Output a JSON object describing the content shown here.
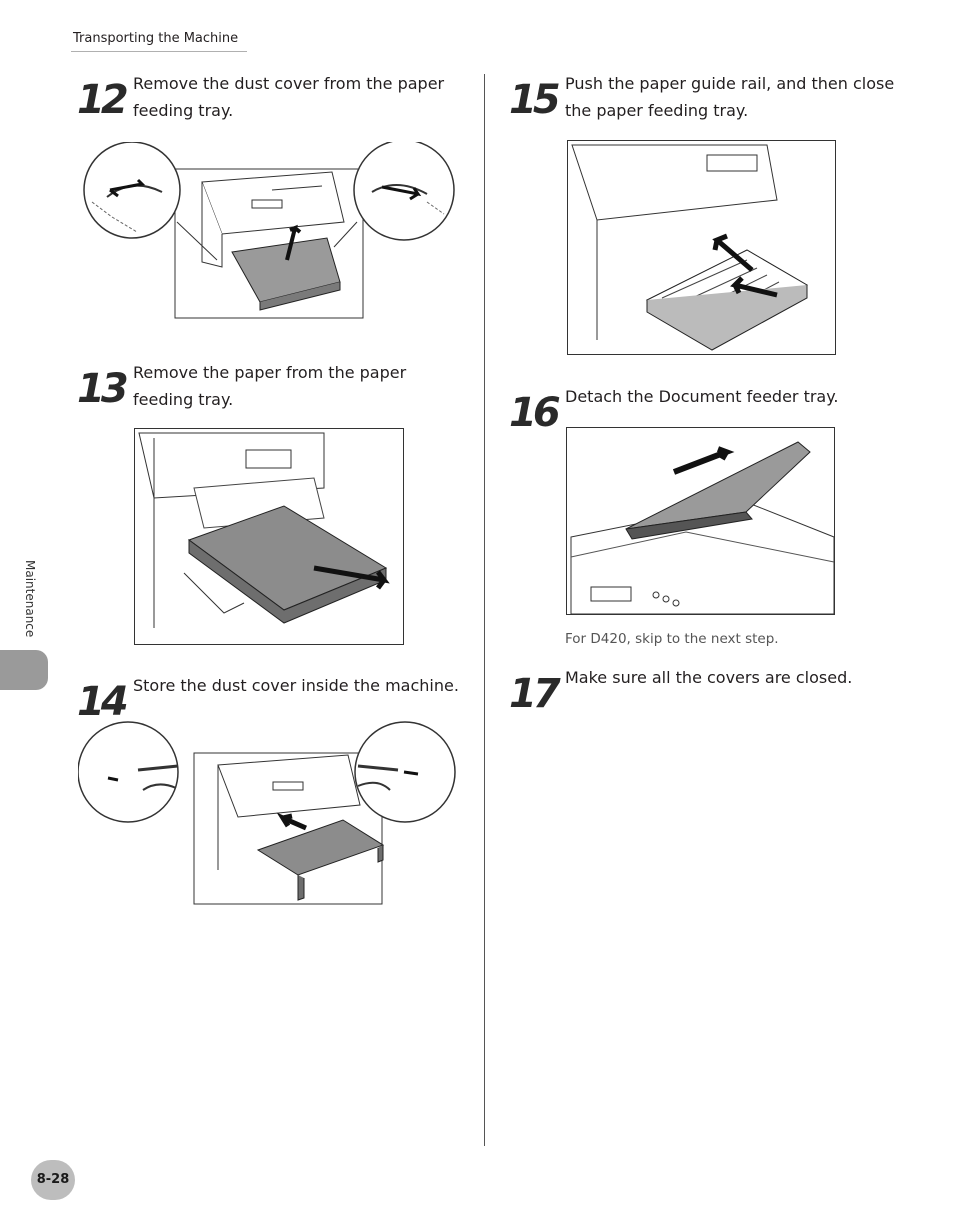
{
  "header": {
    "running_title": "Transporting the Machine"
  },
  "steps": [
    {
      "number": "12",
      "text": "Remove the dust cover from the paper feeding tray."
    },
    {
      "number": "13",
      "text": "Remove the paper from the paper feeding tray."
    },
    {
      "number": "14",
      "text": "Store the dust cover inside the machine."
    },
    {
      "number": "15",
      "text": "Push the paper guide rail, and then close the paper feeding tray."
    },
    {
      "number": "16",
      "text": "Detach the Document feeder tray."
    },
    {
      "number": "17",
      "text": "Make sure all the covers are closed."
    }
  ],
  "notes": {
    "step16": "For D420, skip to the next step."
  },
  "side_tab": {
    "label": "Maintenance"
  },
  "footer": {
    "page_number": "8-28"
  },
  "colors": {
    "paper_gray": "#8c8c8c",
    "tab_gray": "#9a9a9a",
    "badge_gray": "#bdbdbd",
    "text": "#231f20"
  }
}
